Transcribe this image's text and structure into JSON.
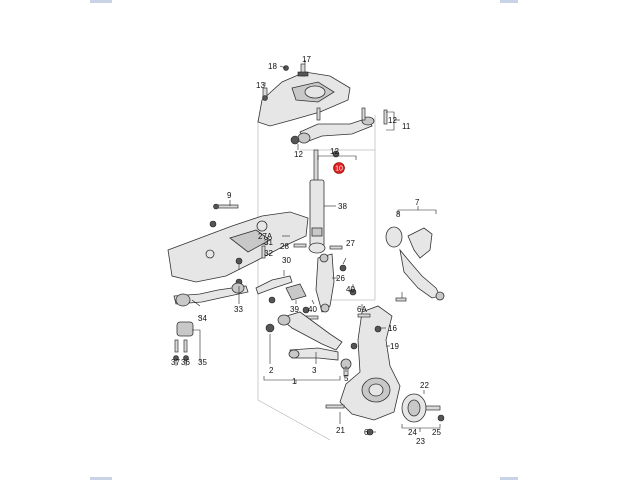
{
  "callouts": {
    "c1": "1",
    "c2": "2",
    "c3": "3",
    "c5": "5",
    "c6": "6",
    "c6A": "6A",
    "c7": "7",
    "c8": "8",
    "c9": "9",
    "c10": "10",
    "c11": "11",
    "c12a": "12",
    "c12b": "12",
    "c12c": "12",
    "c13": "13",
    "c16": "16",
    "c17": "17",
    "c18": "18",
    "c19": "19",
    "c21": "21",
    "c22": "22",
    "c23": "23",
    "c24": "24",
    "c25": "25",
    "c26": "26",
    "c27": "27",
    "c27A": "27A",
    "c28": "28",
    "c30": "30",
    "c31": "31",
    "c32": "32",
    "c33": "33",
    "c34": "34",
    "c35": "35",
    "c36": "36",
    "c37": "37",
    "c38": "38",
    "c39": "39",
    "c40": "40"
  },
  "colors": {
    "highlight": "#e02020",
    "line": "#222222",
    "part": "#e6e6e6"
  }
}
